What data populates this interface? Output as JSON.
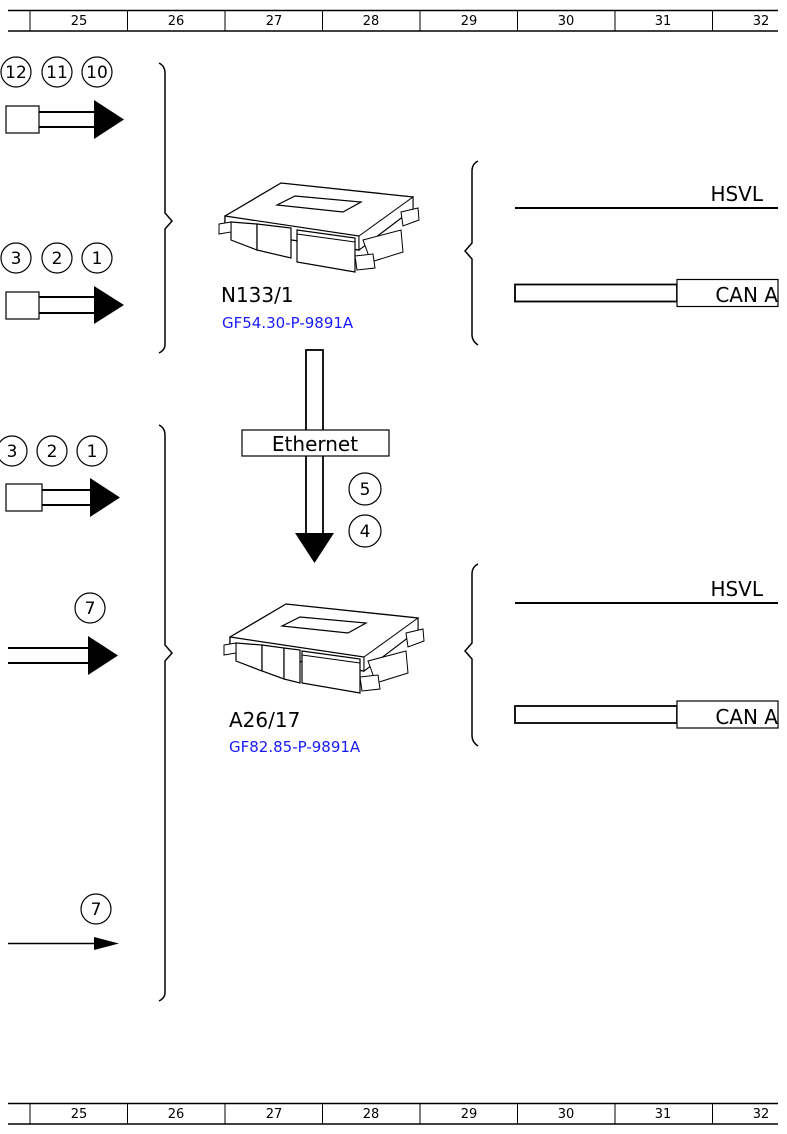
{
  "ruler": {
    "columns": [
      "25",
      "26",
      "27",
      "28",
      "29",
      "30",
      "31",
      "32"
    ]
  },
  "modules": [
    {
      "id": "N133/1",
      "doc_link": "GF54.30-P-9891A",
      "inputs": [
        {
          "numbers": [
            "12",
            "11",
            "10"
          ]
        },
        {
          "numbers": [
            "3",
            "2",
            "1"
          ]
        }
      ],
      "buses": [
        "HSVL",
        "CAN A"
      ]
    },
    {
      "id": "A26/17",
      "doc_link": "GF82.85-P-9891A",
      "inputs": [
        {
          "numbers": [
            "3",
            "2",
            "1"
          ]
        },
        {
          "numbers": [
            "7"
          ]
        },
        {
          "numbers": [
            "7"
          ]
        }
      ],
      "buses": [
        "HSVL",
        "CAN A"
      ]
    }
  ],
  "connection": {
    "label": "Ethernet",
    "numbers": [
      "5",
      "4"
    ]
  }
}
